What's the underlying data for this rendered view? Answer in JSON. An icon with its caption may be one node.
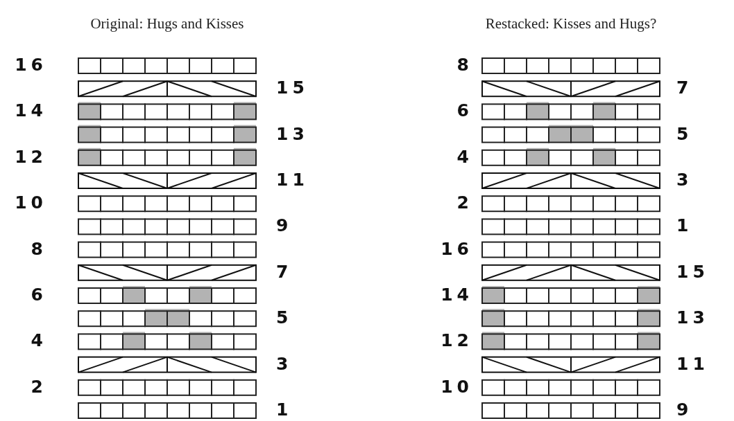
{
  "diagram": {
    "labels": [
      "Original: Hugs and Kisses",
      "16",
      "15",
      "14",
      "13",
      "12",
      "11",
      "10",
      "9",
      "8",
      "7",
      "6",
      "5",
      "4",
      "3",
      "2",
      "1",
      "Restacked: Kisses and Hugs?",
      "8",
      "7",
      "6",
      "5",
      "4",
      "3",
      "2",
      "1",
      "16",
      "15",
      "14",
      "13",
      "12",
      "11",
      "10",
      "9"
    ]
  }
}
